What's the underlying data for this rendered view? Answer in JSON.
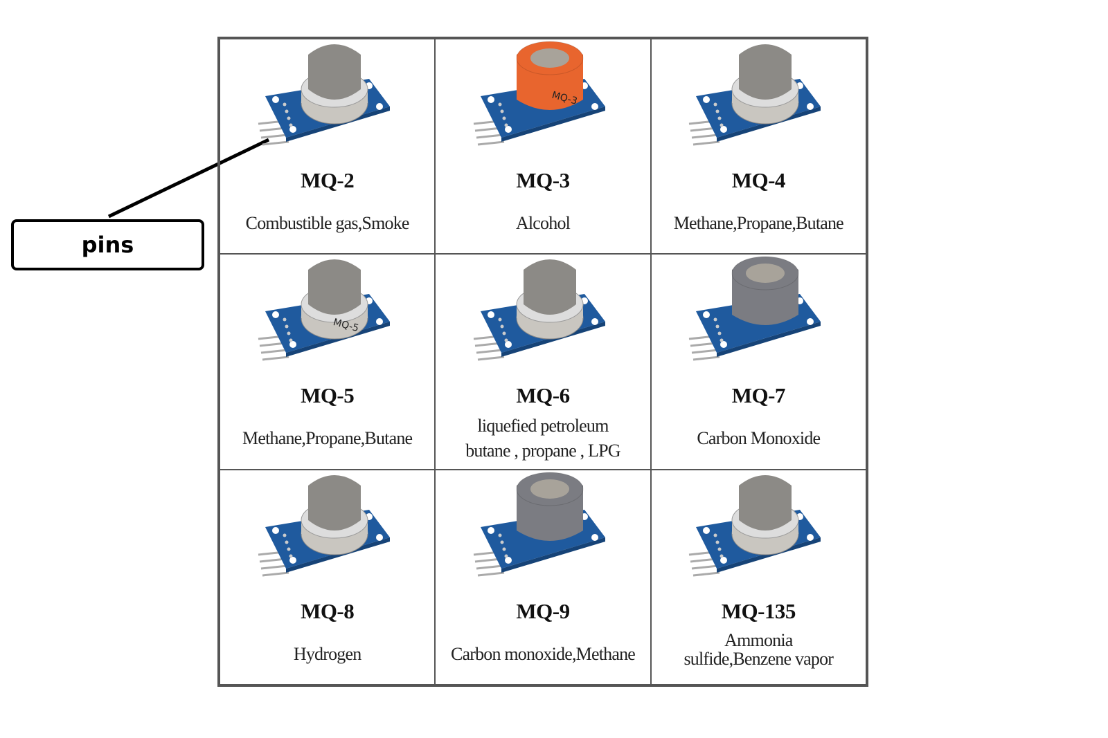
{
  "callout": {
    "label": "pins"
  },
  "sensors": [
    {
      "name": "MQ-2",
      "desc": [
        "Combustible gas,Smoke"
      ],
      "cap": "mesh"
    },
    {
      "name": "MQ-3",
      "desc": [
        "Alcohol"
      ],
      "cap": "orange",
      "cap_text": "MQ-3"
    },
    {
      "name": "MQ-4",
      "desc": [
        "Methane,Propane,Butane"
      ],
      "cap": "mesh"
    },
    {
      "name": "MQ-5",
      "desc": [
        "Methane,Propane,Butane"
      ],
      "cap": "mesh",
      "cap_text": "MQ-5"
    },
    {
      "name": "MQ-6",
      "desc": [
        "liquefied petroleum",
        "butane , propane , LPG"
      ],
      "cap": "mesh"
    },
    {
      "name": "MQ-7",
      "desc": [
        "Carbon Monoxide"
      ],
      "cap": "gray"
    },
    {
      "name": "MQ-8",
      "desc": [
        "Hydrogen"
      ],
      "cap": "mesh"
    },
    {
      "name": "MQ-9",
      "desc": [
        "Carbon monoxide,Methane"
      ],
      "cap": "gray"
    },
    {
      "name": "MQ-135",
      "desc": [
        "Ammonia",
        "sulfide,Benzene vapor"
      ],
      "cap": "mesh"
    }
  ],
  "colors": {
    "pcb": "#1f5a9e",
    "mesh": "#8c8a86",
    "orange": "#e8652e",
    "gray": "#7b7c82",
    "ring": "#c9c6c0"
  }
}
